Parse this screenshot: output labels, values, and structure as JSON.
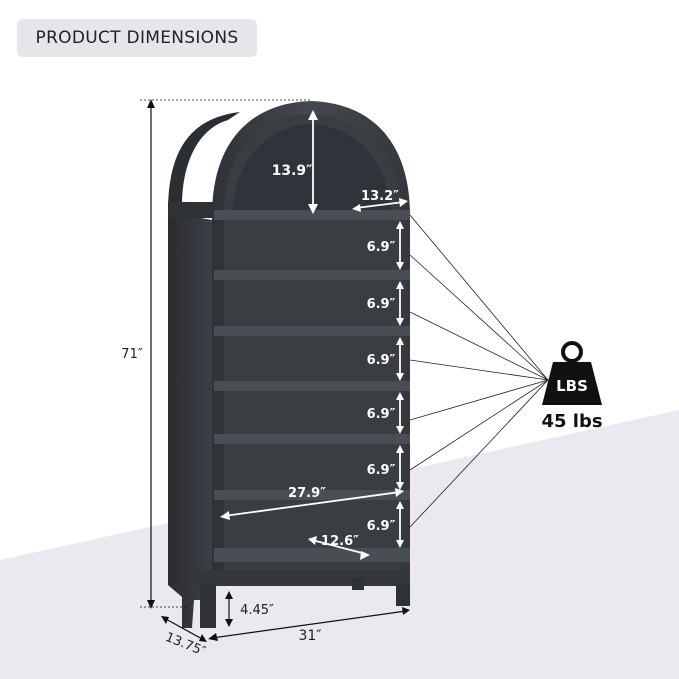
{
  "header": {
    "title": "PRODUCT DIMENSIONS"
  },
  "dimensions": {
    "arch_height": "13.9″",
    "arch_width": "13.2″",
    "shelf_gaps": [
      "6.9″",
      "6.9″",
      "6.9″",
      "6.9″",
      "6.9″",
      "6.9″"
    ],
    "inner_width": "27.9″",
    "shelf_depth": "12.6″",
    "total_height": "71″",
    "leg_height": "4.45″",
    "total_width": "31″",
    "total_depth": "13.75″"
  },
  "weight": {
    "badge": "LBS",
    "value": "45 lbs"
  },
  "colors": {
    "furniture": "#3a3d42",
    "floor": "#e4e5ec",
    "accent": "#111111"
  }
}
